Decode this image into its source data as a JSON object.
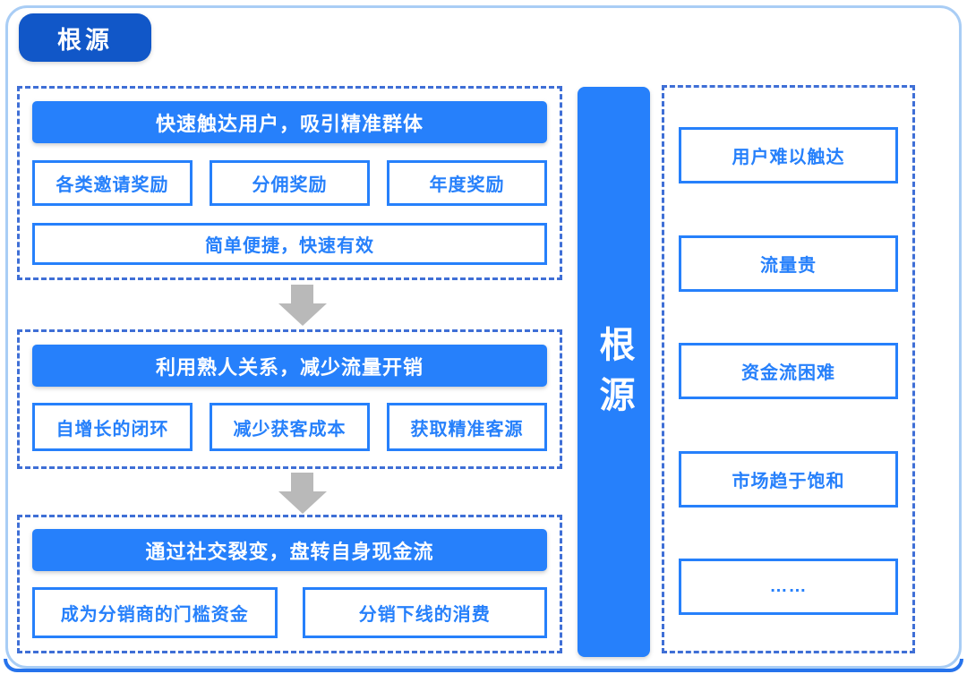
{
  "page": {
    "badge": "根源",
    "center_bar": "根源"
  },
  "left_flow": {
    "sections": [
      {
        "header": "快速触达用户，吸引精准群体",
        "items": [
          "各类邀请奖励",
          "分佣奖励",
          "年度奖励"
        ],
        "footer": "简单便捷，快速有效"
      },
      {
        "header": "利用熟人关系，减少流量开销",
        "items": [
          "自增长的闭环",
          "减少获客成本",
          "获取精准客源"
        ]
      },
      {
        "header": "通过社交裂变，盘转自身现金流",
        "items": [
          "成为分销商的门槛资金",
          "分销下线的消费"
        ]
      }
    ]
  },
  "right_panel": {
    "items": [
      "用户难以触达",
      "流量贵",
      "资金流困难",
      "市场趋于饱和",
      "……"
    ]
  },
  "colors": {
    "primary_blue": "#2680fb",
    "badge_blue": "#1157c8",
    "dashed_border_blue": "#3f6fd6",
    "frame_light_blue": "#a9cdf5",
    "bottom_strip_blue": "#2673ec",
    "arrow_gray": "#b9b9b9"
  }
}
